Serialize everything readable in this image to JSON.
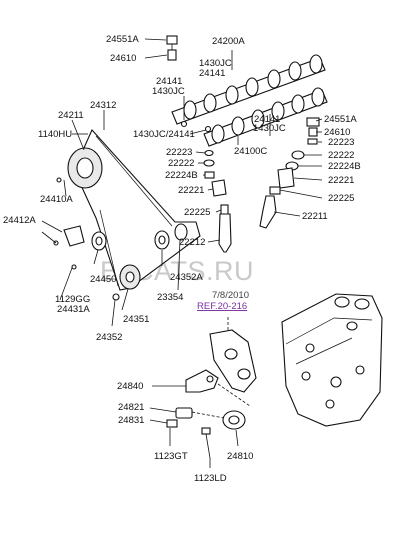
{
  "watermark": "ELCATS.RU",
  "date_text": "7/8/2010",
  "ref_text": "REF.20-216",
  "labels": {
    "l24551A_top": "24551A",
    "l24610_top": "24610",
    "l24200A": "24200A",
    "l1430JC_a": "1430JC",
    "l24141_a": "24141",
    "l24141_b": "24141",
    "l1430JC_b": "1430JC",
    "l24211": "24211",
    "l24312": "24312",
    "l1140HU": "1140HU",
    "l1430JC_24141": "1430JC/24141",
    "l24141_c": "24141",
    "l1430JC_c": "1430JC",
    "l24551A_r": "24551A",
    "l24610_r": "24610",
    "l24100C": "24100C",
    "l22223_a": "22223",
    "l22222_a": "22222",
    "l22224B_a": "22224B",
    "l22221_a": "22221",
    "l22223_b": "22223",
    "l22222_b": "22222",
    "l22224B_b": "22224B",
    "l22221_b": "22221",
    "l22225_b": "22225",
    "l22225_a": "22225",
    "l22211": "22211",
    "l22212": "22212",
    "l24410A": "24410A",
    "l24412A": "24412A",
    "l24450": "24450",
    "l1129GG": "1129GG",
    "l24431A": "24431A",
    "l24352A": "24352A",
    "l23354": "23354",
    "l24351": "24351",
    "l24352": "24352",
    "l24840": "24840",
    "l24821": "24821",
    "l24831": "24831",
    "l1123GT": "1123GT",
    "l24810": "24810",
    "l1123LD": "1123LD"
  }
}
